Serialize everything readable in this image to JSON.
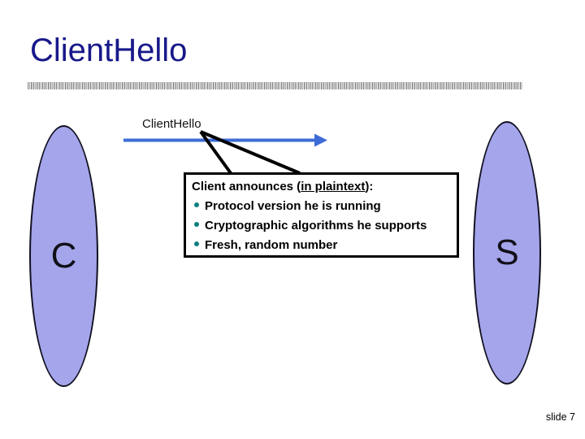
{
  "slide": {
    "title": "ClientHello",
    "slide_number": "slide 7"
  },
  "diagram": {
    "arrow_label": "ClientHello",
    "client_label": "C",
    "server_label": "S",
    "callout": {
      "heading_prefix": "Client announces (",
      "heading_underlined": "in plaintext",
      "heading_suffix": "):",
      "bullets": [
        "Protocol version he is running",
        "Cryptographic algorithms he supports",
        "Fresh, random number"
      ]
    }
  },
  "colors": {
    "title_text": "#18188A",
    "arrow": "#3D6BD6",
    "ellipse_fill": "#A5A5EC",
    "bullet_dot": "#0D7E7E"
  }
}
